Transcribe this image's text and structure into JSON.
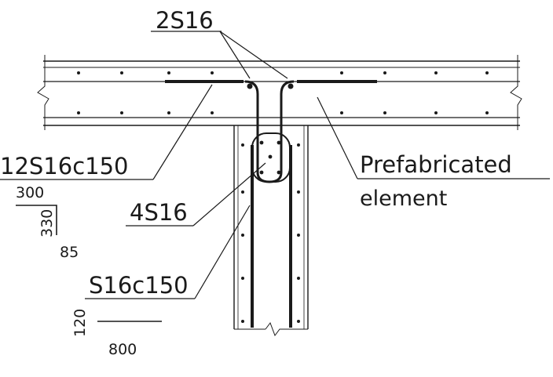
{
  "labels": {
    "top_bars": "2S16",
    "slab_bars": "12S16c150",
    "prefab_line1": "Prefabricated",
    "prefab_line2": "element",
    "column_bars": "4S16",
    "stirrups": "S16c150"
  },
  "u_bar_shape": {
    "top": "300",
    "leg": "330",
    "width": "85"
  },
  "l_bar_shape": {
    "height": "120",
    "length": "800"
  },
  "colors": {
    "line": "#1a1a1a",
    "background": "#ffffff"
  }
}
